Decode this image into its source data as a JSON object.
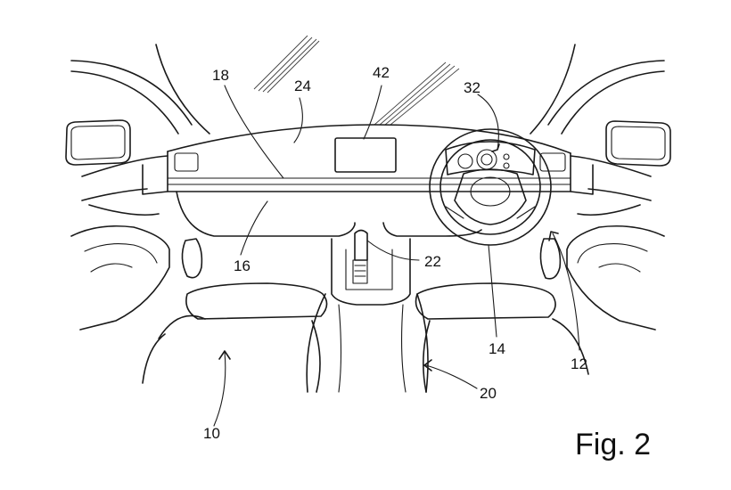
{
  "figure_label": "Fig. 2",
  "reference_numerals": {
    "n10": "10",
    "n12": "12",
    "n14": "14",
    "n16": "16",
    "n18": "18",
    "n20": "20",
    "n22": "22",
    "n24": "24",
    "n32": "32",
    "n42": "42"
  },
  "line_color": "#1a1a1a",
  "background_color": "#ffffff"
}
